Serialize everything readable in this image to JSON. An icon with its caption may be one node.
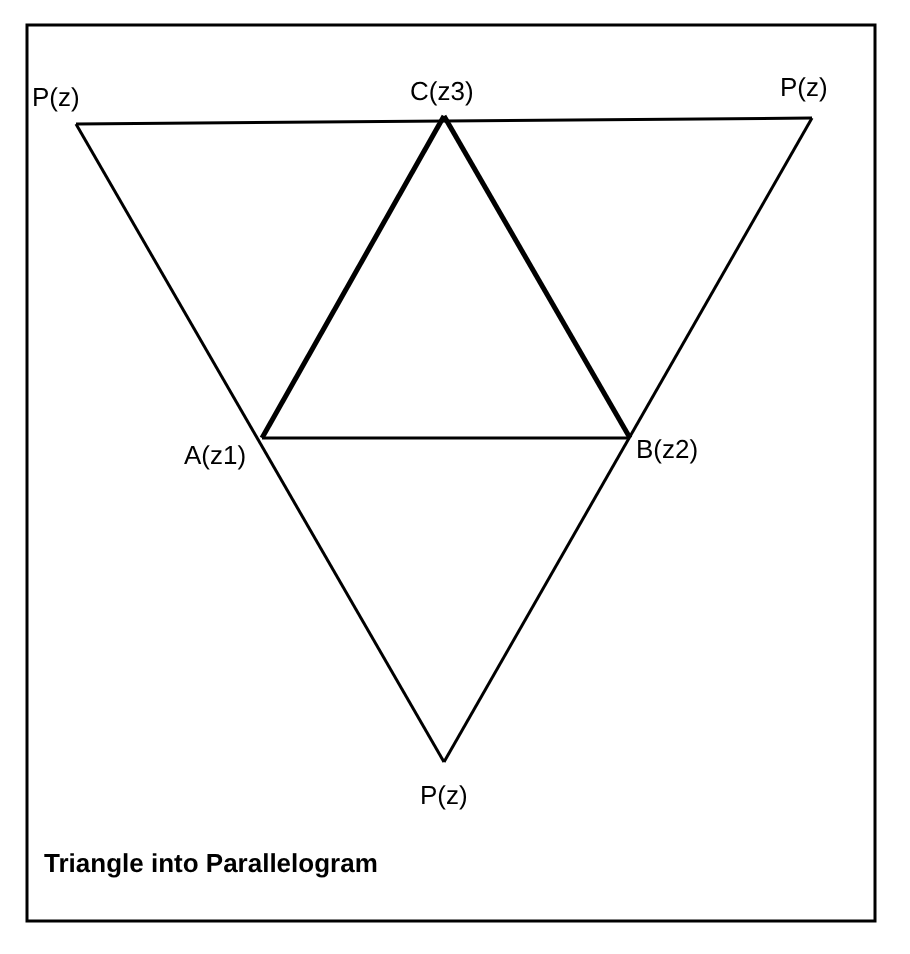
{
  "diagram": {
    "caption": "Triangle into Parallelogram",
    "labels": [
      "P(z)",
      "C(z3)",
      "P(z)",
      "A(z1)",
      "B(z2)",
      "P(z)"
    ]
  }
}
